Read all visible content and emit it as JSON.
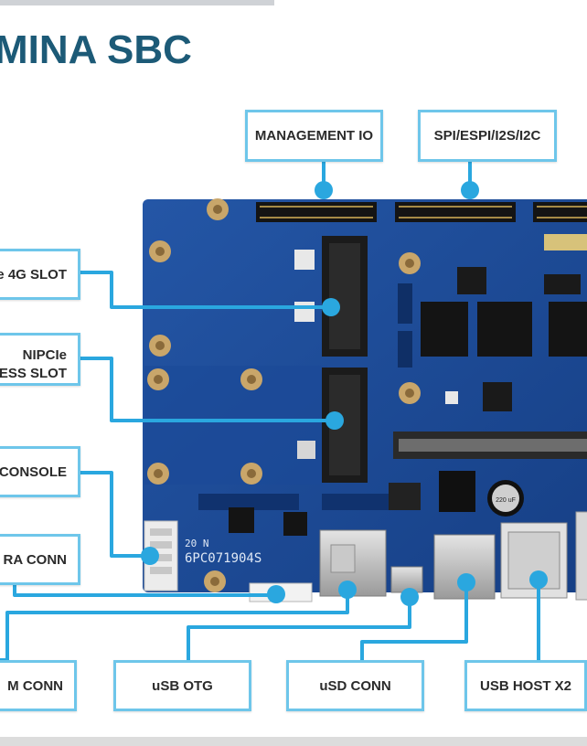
{
  "title": "MINA SBC",
  "labels": {
    "management_io": "MANAGEMENT IO",
    "spi": "SPI/ESPI/I2S/I2C",
    "slot4g": "le 4G SLOT",
    "minipcie_1": "NIPCIe",
    "minipcie_2": "ESS SLOT",
    "console": "L CONSOLE",
    "camera": "RA CONN",
    "mconn": "M CONN",
    "usb_otg": "uSB OTG",
    "usd_conn": "uSD CONN",
    "usb_host": "USB HOST X2"
  },
  "board": {
    "silk_serial": "6PC071904S",
    "silk_date": "20 N",
    "cap_label": "220 uF"
  },
  "colors": {
    "title": "#1c5a77",
    "callout_line": "#2aa7df",
    "label_border": "#6ec6ea",
    "pcb": "#1d4f9c"
  }
}
